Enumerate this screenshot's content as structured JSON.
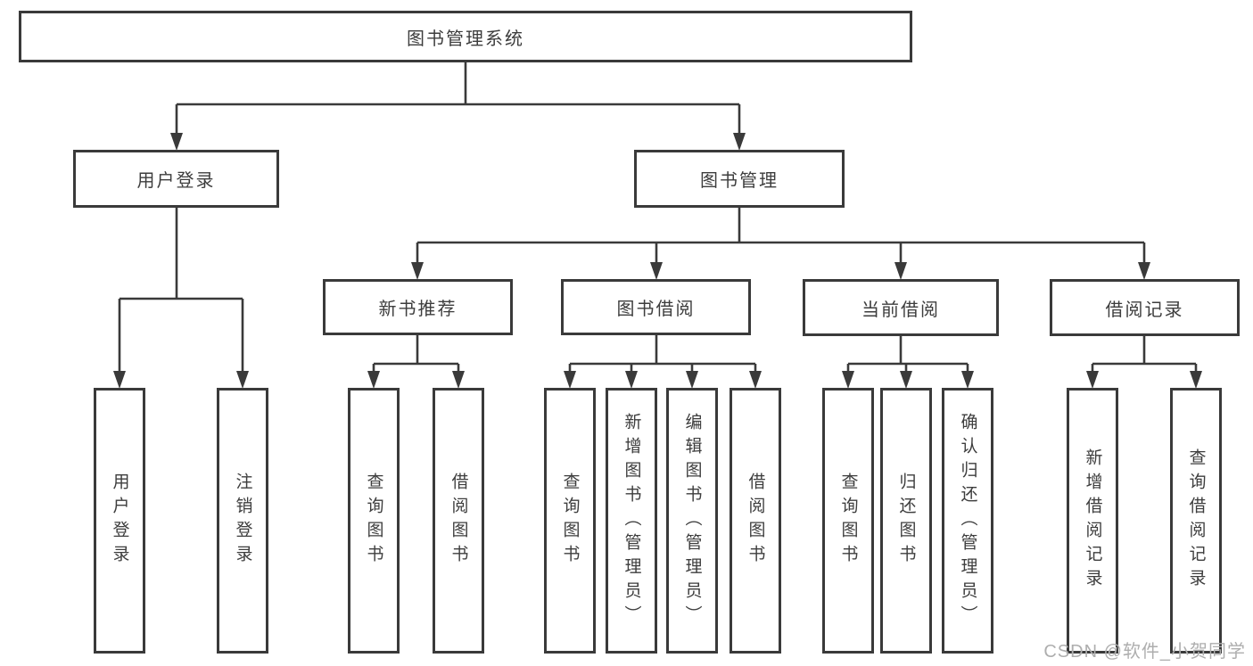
{
  "diagram": {
    "title": "图书管理系统",
    "level2": [
      {
        "label": "用户登录"
      },
      {
        "label": "图书管理"
      }
    ],
    "level3": [
      {
        "label": "新书推荐"
      },
      {
        "label": "图书借阅"
      },
      {
        "label": "当前借阅"
      },
      {
        "label": "借阅记录"
      }
    ],
    "leaves": [
      {
        "label": "用户登录"
      },
      {
        "label": "注销登录"
      },
      {
        "label": "查询图书"
      },
      {
        "label": "借阅图书"
      },
      {
        "label": "查询图书"
      },
      {
        "label": "新增图书（管理员）"
      },
      {
        "label": "编辑图书（管理员）"
      },
      {
        "label": "借阅图书"
      },
      {
        "label": "查询图书"
      },
      {
        "label": "归还图书"
      },
      {
        "label": "确认归还（管理员）"
      },
      {
        "label": "新增借阅记录"
      },
      {
        "label": "查询借阅记录"
      }
    ],
    "watermark": "CSDN @软件_小贺同学"
  }
}
